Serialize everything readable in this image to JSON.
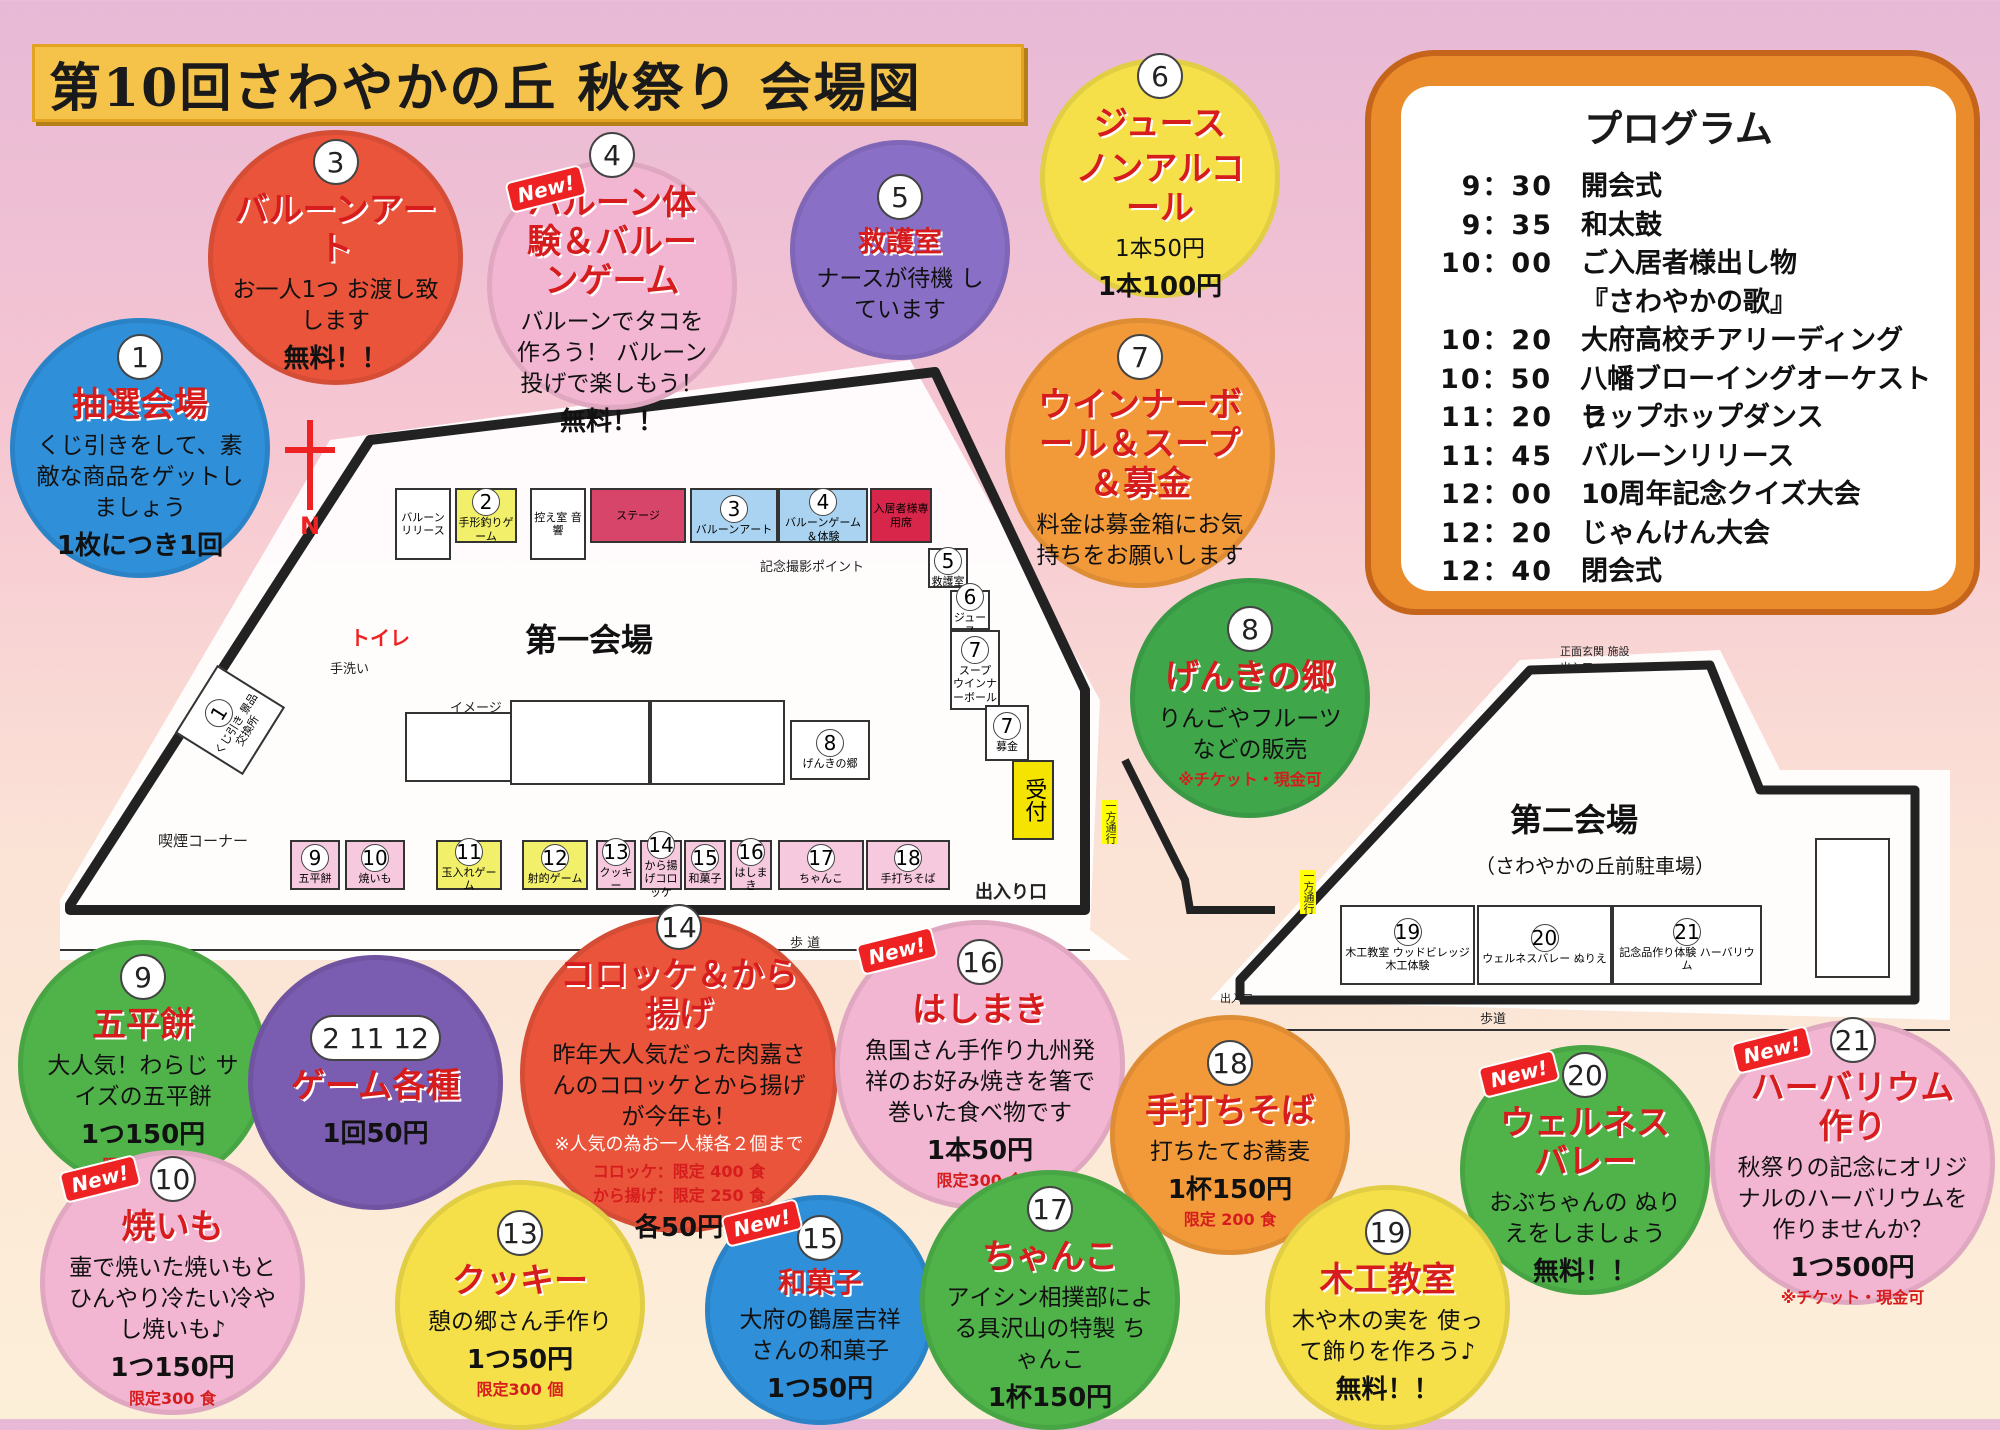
{
  "title": "第10回さわやかの丘 秋祭り 会場図",
  "program": {
    "title": "プログラム",
    "items": [
      {
        "time": "9：30",
        "event": "開会式"
      },
      {
        "time": "9：35",
        "event": "和太鼓"
      },
      {
        "time": "10：00",
        "event": "ご入居者様出し物"
      },
      {
        "time": "",
        "event": "『さわやかの歌』"
      },
      {
        "time": "10：20",
        "event": "大府高校チアリーディング"
      },
      {
        "time": "10：50",
        "event": "八幡ブローイングオーケストラ"
      },
      {
        "time": "11：20",
        "event": "ヒップホップダンス"
      },
      {
        "time": "11：45",
        "event": "バルーンリリース"
      },
      {
        "time": "12：00",
        "event": "10周年記念クイズ大会"
      },
      {
        "time": "12：20",
        "event": "じゃんけん大会"
      },
      {
        "time": "12：40",
        "event": "閉会式"
      }
    ]
  },
  "circles": {
    "c1": {
      "num": "1",
      "title": "抽選会場",
      "body": "くじ引きをして、素敵な商品をゲットしましょう",
      "strong": "1枚につき1回",
      "color": "#2f8fd8"
    },
    "c3": {
      "num": "3",
      "title": "バルーンアート",
      "body": "お一人1つ お渡し致します",
      "strong": "無料！！",
      "color": "#e9543b"
    },
    "c4": {
      "num": "4",
      "new": "New!",
      "title": "バルーン体験＆バルーンゲーム",
      "body": "バルーンでタコを作ろう！ バルーン投げで楽しもう！",
      "strong": "無料！！",
      "color": "#f3b6d2"
    },
    "c5": {
      "num": "5",
      "title": "救護室",
      "body": "ナースが待機 しています",
      "color": "#8a6fc6"
    },
    "c6": {
      "num": "6",
      "title": "ジュース",
      "body": "1本50円",
      "title2": "ノンアルコール",
      "strong": "1本100円",
      "color": "#f5e04a"
    },
    "c7": {
      "num": "7",
      "title": "ウインナーボール＆スープ＆募金",
      "body": "料金は募金箱にお気持ちをお願いします",
      "color": "#f29a3a"
    },
    "c8": {
      "num": "8",
      "title": "げんきの郷",
      "body": "りんごやフルーツ などの販売",
      "limit": "※チケット・現金可",
      "color": "#3fa64a"
    },
    "c9": {
      "num": "9",
      "title": "五平餅",
      "body": "大人気！わらじ サイズの五平餅",
      "strong": "1つ150円",
      "limit": "限定350食",
      "color": "#4fb34a"
    },
    "c2_11_12": {
      "num": "2 11 12",
      "title": "ゲーム各種",
      "strong": "1回50円",
      "color": "#7a5cb0"
    },
    "c14": {
      "num": "14",
      "title": "コロッケ＆から揚げ",
      "body": "昨年大人気だった肉嘉さんのコロッケとから揚げが今年も！",
      "note": "※人気の為お一人様各２個まで",
      "limit1": "コロッケ：限定 400 食",
      "limit2": "から揚げ：限定 250 食",
      "strong": "各50円",
      "color": "#e9543b"
    },
    "c16": {
      "num": "16",
      "new": "New!",
      "title": "はしまき",
      "body": "魚国さん手作り九州発祥のお好み焼きを箸で巻いた食べ物です",
      "strong": "1本50円",
      "limit": "限定300 食",
      "color": "#f3b6d2"
    },
    "c18": {
      "num": "18",
      "title": "手打ちそば",
      "body": "打ちたてお蕎麦",
      "strong": "1杯150円",
      "limit": "限定 200 食",
      "color": "#f29a3a"
    },
    "c20": {
      "num": "20",
      "new": "New!",
      "title": "ウェルネスバレー",
      "body": "おぶちゃんの ぬりえをしましょう",
      "strong": "無料！！",
      "color": "#4fb34a"
    },
    "c21": {
      "num": "21",
      "new": "New!",
      "title": "ハーバリウム作り",
      "body": "秋祭りの記念にオリジナルのハーバリウムを作りませんか？",
      "strong": "1つ500円",
      "limit": "※チケット・現金可",
      "color": "#f3b6d2"
    },
    "c10": {
      "num": "10",
      "new": "New!",
      "title": "焼いも",
      "body": "壷で焼いた焼いもと ひんやり冷たい冷やし焼いも♪",
      "strong": "1つ150円",
      "limit": "限定300 食",
      "color": "#f3b6d2"
    },
    "c13": {
      "num": "13",
      "title": "クッキー",
      "body": "憩の郷さん手作り",
      "strong": "1つ50円",
      "limit": "限定300 個",
      "color": "#f5e04a"
    },
    "c15": {
      "num": "15",
      "new": "New!",
      "title": "和菓子",
      "body": "大府の鶴屋吉祥 さんの和菓子",
      "strong": "1つ50円",
      "color": "#2f8fd8"
    },
    "c17": {
      "num": "17",
      "title": "ちゃんこ",
      "body": "アイシン相撲部による具沢山の特製 ちゃんこ",
      "strong": "1杯150円",
      "color": "#4fb34a"
    },
    "c19": {
      "num": "19",
      "title": "木工教室",
      "body": "木や木の実を 使って飾りを作ろう♪",
      "strong": "無料！！",
      "color": "#f5e04a"
    }
  },
  "map": {
    "venue1": "第一会場",
    "venue2": "第二会場",
    "venue2_sub": "（さわやかの丘前駐車場）",
    "toilet": "トイレ",
    "exit": "出入り口",
    "smoking": "喫煙コーナー",
    "reception": "受付",
    "photo": "記念撮影ポイント",
    "image_label": "イメージ",
    "north": "N",
    "walkway": "歩 道",
    "walkway2": "歩道",
    "entrance": "正面玄関 施設出入口",
    "exit2": "出入口",
    "oneway": "一方通行",
    "booths_top": [
      {
        "num": "",
        "label": "バルーンリリース"
      },
      {
        "num": "2",
        "label": "手形釣りゲーム"
      },
      {
        "num": "",
        "label": "控え室 音響"
      },
      {
        "num": "",
        "label": "ステージ"
      },
      {
        "num": "3",
        "label": "バルーンアート"
      },
      {
        "num": "4",
        "label": "バルーンゲーム＆体験"
      },
      {
        "num": "",
        "label": "入居者様専用席"
      }
    ],
    "booths_right": [
      {
        "num": "5",
        "label": "救護室"
      },
      {
        "num": "6",
        "label": "ジュース"
      },
      {
        "num": "7",
        "label": "スープ ウインナーボール"
      }
    ],
    "booths_bottom": [
      {
        "num": "9",
        "label": "五平餅"
      },
      {
        "num": "10",
        "label": "焼いも"
      },
      {
        "num": "11",
        "label": "玉入れゲーム"
      },
      {
        "num": "12",
        "label": "射的ゲーム"
      },
      {
        "num": "13",
        "label": "クッキー"
      },
      {
        "num": "14",
        "label": "から揚げコロッケ"
      },
      {
        "num": "15",
        "label": "和菓子"
      },
      {
        "num": "16",
        "label": "はしまき"
      },
      {
        "num": "17",
        "label": "ちゃんこ"
      },
      {
        "num": "18",
        "label": "手打ちそば"
      }
    ],
    "booth1": {
      "num": "1",
      "label": "くじ引き 景品交換所"
    },
    "booth8": {
      "num": "8",
      "label": "げんきの郷"
    },
    "booth7b": {
      "num": "7",
      "label": "募金"
    },
    "hand_wash": "手洗い",
    "booths_v2": [
      {
        "num": "19",
        "label": "木工教室 ウッドビレッジ 木工体験"
      },
      {
        "num": "20",
        "label": "ウェルネスバレー ぬりえ"
      },
      {
        "num": "21",
        "label": "記念品作り体験 ハーバリウム"
      }
    ]
  }
}
